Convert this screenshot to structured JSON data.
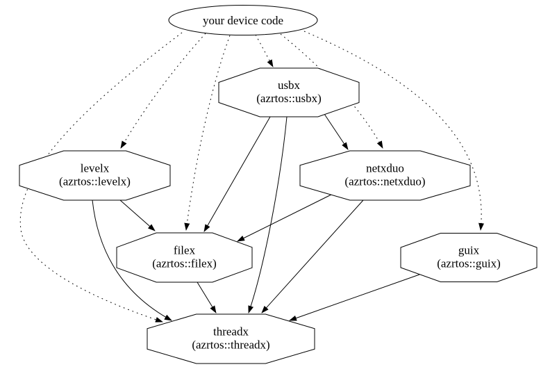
{
  "diagram": {
    "type": "dependency-graph",
    "colors": {
      "background": "#ffffff",
      "line": "#000000",
      "text": "#000000",
      "node_fill": "#ffffff"
    },
    "nodes": {
      "device": {
        "label": "your device code",
        "shape": "ellipse"
      },
      "usbx": {
        "name": "usbx",
        "package": "(azrtos::usbx)",
        "shape": "octagon"
      },
      "levelx": {
        "name": "levelx",
        "package": "(azrtos::levelx)",
        "shape": "octagon"
      },
      "netxduo": {
        "name": "netxduo",
        "package": "(azrtos::netxduo)",
        "shape": "octagon"
      },
      "filex": {
        "name": "filex",
        "package": "(azrtos::filex)",
        "shape": "octagon"
      },
      "guix": {
        "name": "guix",
        "package": "(azrtos::guix)",
        "shape": "octagon"
      },
      "threadx": {
        "name": "threadx",
        "package": "(azrtos::threadx)",
        "shape": "octagon"
      }
    },
    "edges": [
      {
        "from": "your device code",
        "to": "usbx",
        "style": "dotted"
      },
      {
        "from": "your device code",
        "to": "levelx",
        "style": "dotted"
      },
      {
        "from": "your device code",
        "to": "filex",
        "style": "dotted"
      },
      {
        "from": "your device code",
        "to": "netxduo",
        "style": "dotted"
      },
      {
        "from": "your device code",
        "to": "guix",
        "style": "dotted"
      },
      {
        "from": "your device code",
        "to": "threadx",
        "style": "dotted"
      },
      {
        "from": "usbx",
        "to": "netxduo",
        "style": "solid"
      },
      {
        "from": "usbx",
        "to": "filex",
        "style": "solid"
      },
      {
        "from": "usbx",
        "to": "threadx",
        "style": "solid"
      },
      {
        "from": "levelx",
        "to": "filex",
        "style": "solid"
      },
      {
        "from": "levelx",
        "to": "threadx",
        "style": "solid"
      },
      {
        "from": "netxduo",
        "to": "filex",
        "style": "solid"
      },
      {
        "from": "netxduo",
        "to": "threadx",
        "style": "solid"
      },
      {
        "from": "filex",
        "to": "threadx",
        "style": "solid"
      },
      {
        "from": "guix",
        "to": "threadx",
        "style": "solid"
      }
    ]
  }
}
